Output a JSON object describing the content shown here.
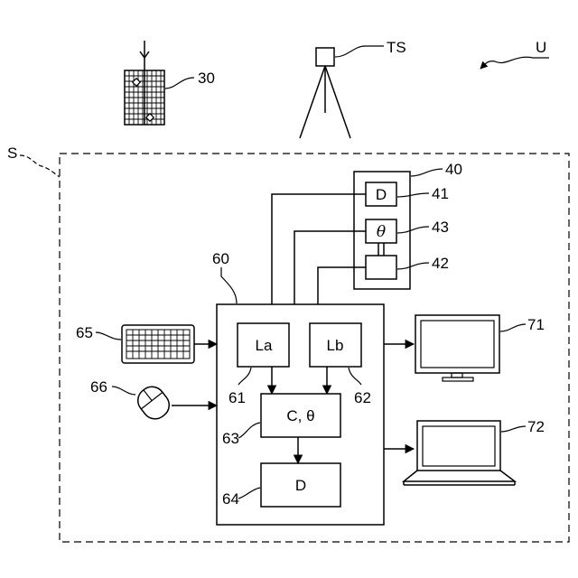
{
  "labels": {
    "fig_30": "30",
    "fig_ts": "TS",
    "fig_u": "U",
    "fig_s": "S",
    "fig_40": "40",
    "fig_41": "41",
    "fig_43": "43",
    "fig_42": "42",
    "fig_60": "60",
    "fig_65": "65",
    "fig_66": "66",
    "fig_61": "61",
    "fig_62": "62",
    "fig_63": "63",
    "fig_64": "64",
    "fig_71": "71",
    "fig_72": "72"
  },
  "boxes": {
    "d_top": "D",
    "theta_top": "θ",
    "la": "La",
    "lb": "Lb",
    "c_theta": "C, θ",
    "d_bottom": "D"
  }
}
